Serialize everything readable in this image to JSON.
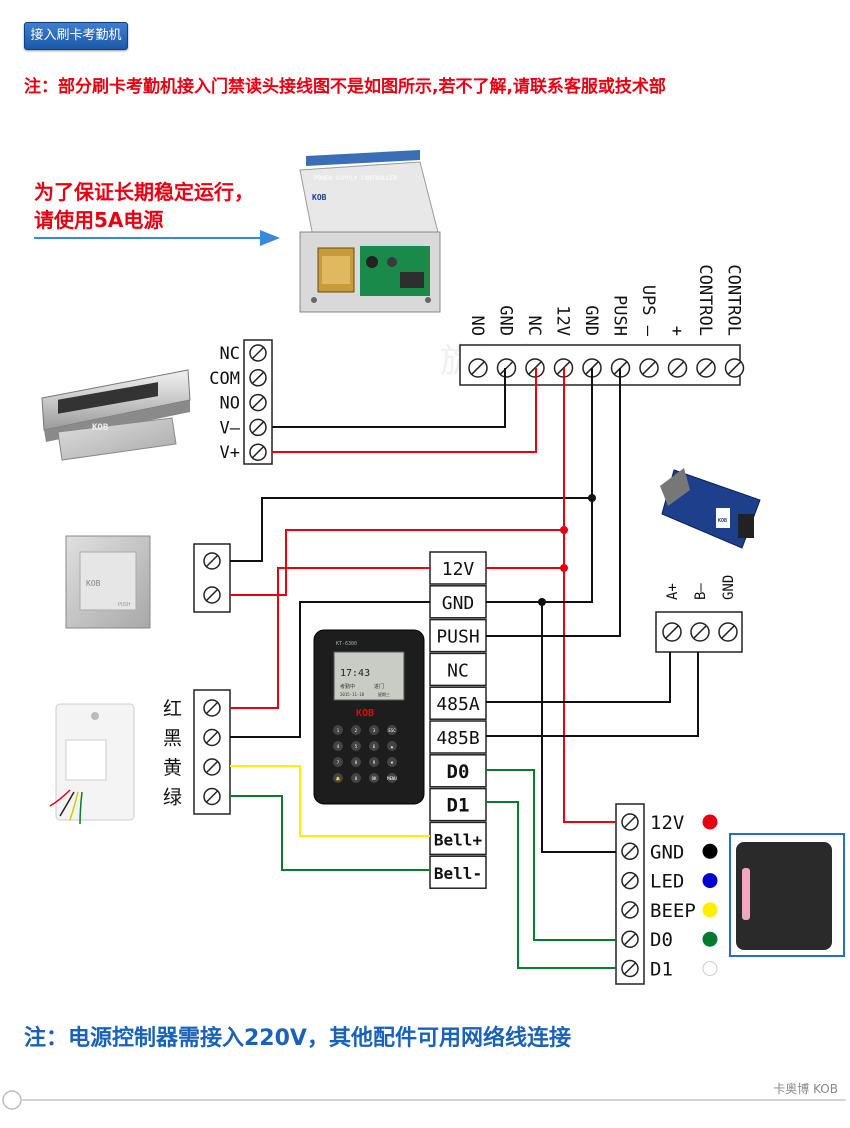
{
  "header": {
    "tab_label": "接入刷卡考勤机"
  },
  "notes": {
    "top": "注：部分刷卡考勤机接入门禁读头接线图不是如图所示,若不了解,请联系客服或技术部",
    "power_line1": "为了保证长期稳定运行，",
    "power_line2": "请使用5A电源",
    "bottom": "注：电源控制器需接入220V，其他配件可用网络线连接"
  },
  "power_supply": {
    "label": "POWER SUPPLY CONTROLLER",
    "brand": "KOB",
    "terminals": [
      "NO",
      "GND",
      "NC",
      "12V",
      "GND",
      "PUSH",
      "UPS –",
      "+",
      "CONTROL",
      "CONTROL"
    ]
  },
  "lock": {
    "brand": "KOB",
    "terminals": [
      "NC",
      "COM",
      "NO",
      "V–",
      "V+"
    ]
  },
  "exit_button": {
    "brand": "KOB",
    "sub": "PUSH"
  },
  "doorbell": {
    "wire_colors": [
      "红",
      "黑",
      "黄",
      "绿"
    ]
  },
  "terminal": {
    "brand": "KOB",
    "model": "KT-6300",
    "screen_time": "17:43",
    "screen_row1": "考勤中",
    "screen_row2": "进门",
    "screen_date": "2015-11-18",
    "screen_day": "星期三",
    "pins": [
      "12V",
      "GND",
      "PUSH",
      "NC",
      "485A",
      "485B",
      "D0",
      "D1",
      "Bell+",
      "Bell-"
    ],
    "keys": [
      "1",
      "2",
      "3",
      "ESC",
      "4",
      "5",
      "6",
      "▲",
      "7",
      "8",
      "9",
      "▼",
      "🔔",
      "0",
      "OK",
      "MENU"
    ]
  },
  "rs485_converter": {
    "brand": "KOB",
    "terminals": [
      "A+",
      "B–",
      "GND"
    ]
  },
  "card_reader": {
    "pins": [
      {
        "label": "12V",
        "color": "#e60012"
      },
      {
        "label": "GND",
        "color": "#000000"
      },
      {
        "label": "LED",
        "color": "#0000cc"
      },
      {
        "label": "BEEP",
        "color": "#ffee00"
      },
      {
        "label": "D0",
        "color": "#007a2f"
      },
      {
        "label": "D1",
        "color": "#ffffff"
      }
    ]
  },
  "watermark": "旋顿库",
  "footer": {
    "brand_text": "卡奥博 KOB"
  },
  "colors": {
    "red_wire": "#e60012",
    "black_wire": "#111111",
    "yellow_wire": "#ffee00",
    "green_wire": "#0a7a2f",
    "accent_blue": "#1a62b8"
  }
}
